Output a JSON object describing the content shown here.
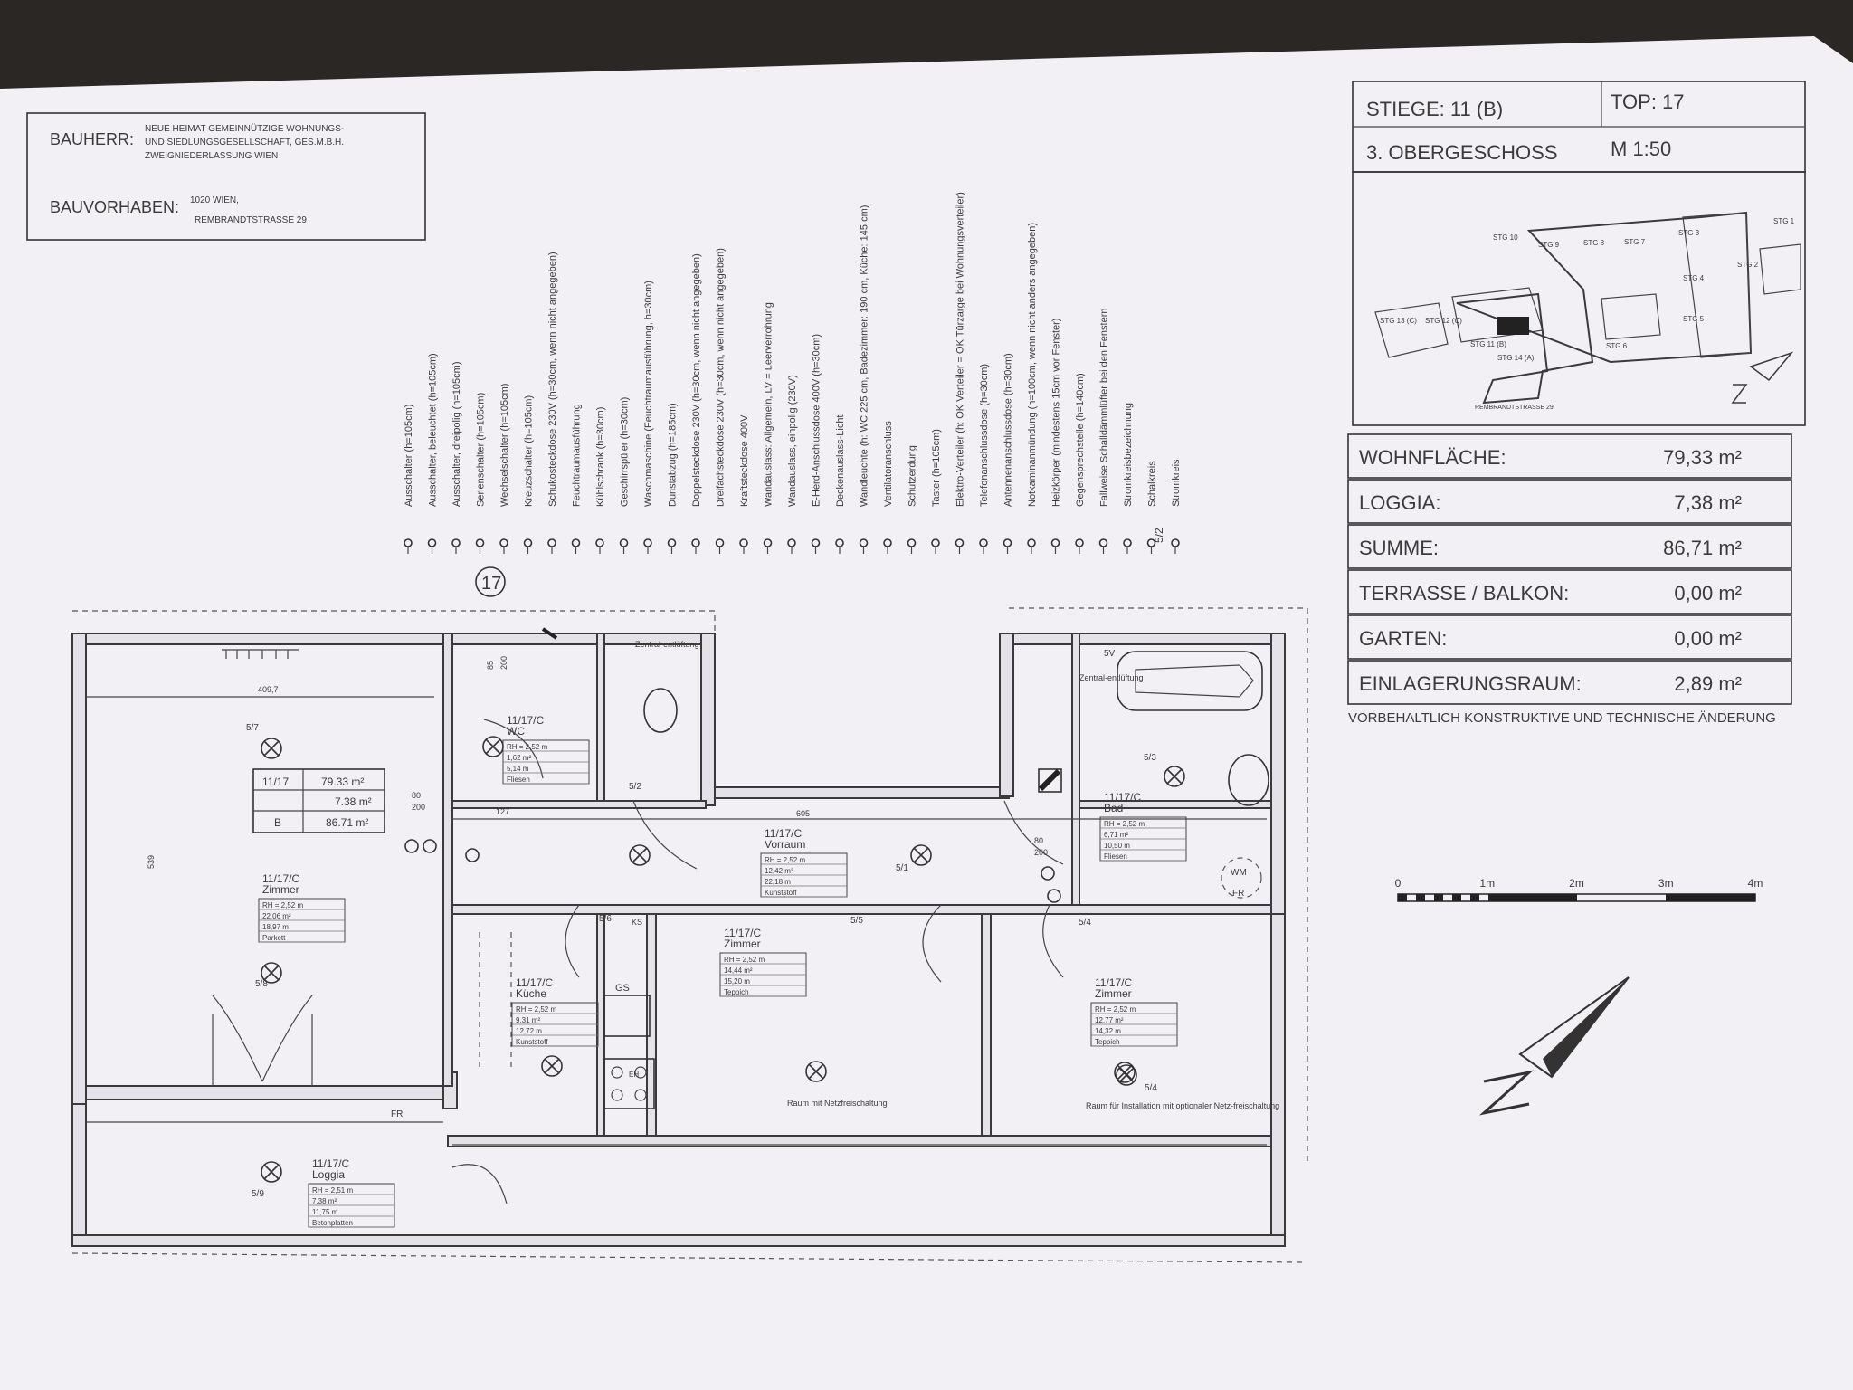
{
  "header": {
    "bauherr_label": "BAUHERR:",
    "bauherr_lines": [
      "NEUE HEIMAT GEMEINNÜTZIGE WOHNUNGS-",
      "UND SIEDLUNGSGESELLSCHAFT, GES.M.B.H.",
      "ZWEIGNIEDERLASSUNG WIEN"
    ],
    "bauvorhaben_label": "BAUVORHABEN:",
    "bauvorhaben_lines": [
      "1020 WIEN,",
      "REMBRANDTSTRASSE 29"
    ]
  },
  "info_box": {
    "stiege": "STIEGE: 11 (B)",
    "top": "TOP: 17",
    "geschoss": "3. OBERGESCHOSS",
    "scale": "M 1:50",
    "areas": [
      {
        "label": "WOHNFLÄCHE:",
        "value": "79,33 m²"
      },
      {
        "label": "LOGGIA:",
        "value": "7,38 m²"
      },
      {
        "label": "SUMME:",
        "value": "86,71 m²"
      },
      {
        "label": "TERRASSE / BALKON:",
        "value": "0,00 m²"
      },
      {
        "label": "GARTEN:",
        "value": "0,00 m²"
      },
      {
        "label": "EINLAGERUNGSRAUM:",
        "value": "2,89 m²"
      }
    ],
    "disclaimer": "VORBEHALTLICH KONSTRUKTIVE UND TECHNISCHE ÄNDERUNG"
  },
  "site_plan": {
    "labels": [
      "STG 10",
      "STG 9",
      "STG 8",
      "STG 7",
      "STG 1",
      "STG 2",
      "STG 3",
      "STG 4",
      "STG 5",
      "STG 6",
      "STG 13 (C)",
      "STG 12 (C)",
      "STG 11 (B)",
      "STG 14 (A)",
      "REMBRANDTSTRASSE 29"
    ]
  },
  "legend": {
    "items": [
      "Ausschalter (h=105cm)",
      "Ausschalter, beleuchtet (h=105cm)",
      "Ausschalter, dreipolig (h=105cm)",
      "Serienschalter (h=105cm)",
      "Wechselschalter (h=105cm)",
      "Kreuzschalter (h=105cm)",
      "Schukosteckdose 230V (h=30cm, wenn nicht angegeben)",
      "Feuchtraumausführung",
      "Kühlschrank (h=30cm)",
      "Geschirrspüler (h=30cm)",
      "Waschmaschine (Feuchtraumausführung, h=30cm)",
      "Dunstabzug (h=185cm)",
      "Doppelsteckdose 230V (h=30cm, wenn nicht angegeben)",
      "Dreifachsteckdose 230V (h=30cm, wenn nicht angegeben)",
      "Kraftsteckdose 400V",
      "Wandauslass: Allgemein, LV = Leerverrohrung",
      "Wandauslass, einpolig (230V)",
      "E-Herd-Anschlussdose 400V (h=30cm)",
      "Deckenauslass-Licht",
      "Wandleuchte (h: WC 225 cm, Badezimmer: 190 cm, Küche: 145 cm)",
      "Ventilatoranschluss",
      "Schutzerdung",
      "Taster (h=105cm)",
      "Elektro-Verteiler (h: OK Verteiler = OK Türzarge bei Wohnungsverteiler)",
      "Telefonanschlussdose (h=30cm)",
      "Antennenanschlussdose (h=30cm)",
      "Notkaminanmündung (h=100cm, wenn nicht anders angegeben)",
      "Heizkörper (mindestens 15cm vor Fenster)",
      "Gegensprechstelle (h=140cm)",
      "Fallweise Schalldämmlüfter bei den Fenstern",
      "Stromkreisbezeichnung",
      "Schalkreis",
      "Stromkreis"
    ],
    "circuit_marker": "5/2"
  },
  "scale_bar": {
    "ticks": [
      "0",
      "1m",
      "2m",
      "3m",
      "4m"
    ]
  },
  "plan": {
    "top_number": "17",
    "summary_table": {
      "row1": [
        "11/17",
        "79.33 m²"
      ],
      "row2": [
        "",
        "7.38 m²"
      ],
      "row3": [
        "B",
        "86.71 m²"
      ]
    },
    "rooms": [
      {
        "name": "11/17/C",
        "sub": "Zimmer",
        "lines": [
          "RH = 2,52 m",
          "22,06 m²",
          "18,97 m",
          "Parkett"
        ]
      },
      {
        "name": "11/17/C",
        "sub": "WC",
        "lines": [
          "RH = 2,52 m",
          "1,62 m²",
          "5,14 m",
          "Fliesen"
        ]
      },
      {
        "name": "11/17/C",
        "sub": "Vorraum",
        "lines": [
          "RH = 2,52 m",
          "12,42 m²",
          "22,18 m",
          "Kunststoff"
        ]
      },
      {
        "name": "11/17/C",
        "sub": "Bad",
        "lines": [
          "RH = 2,52 m",
          "6,71 m²",
          "10,50 m",
          "Fliesen"
        ]
      },
      {
        "name": "11/17/C",
        "sub": "Küche",
        "lines": [
          "RH = 2,52 m",
          "9,31 m²",
          "12,72 m",
          "Kunststoff"
        ]
      },
      {
        "name": "11/17/C",
        "sub": "Zimmer",
        "lines": [
          "RH = 2,52 m",
          "14,44 m²",
          "15,20 m",
          "Teppich"
        ]
      },
      {
        "name": "11/17/C",
        "sub": "Zimmer",
        "lines": [
          "RH = 2,52 m",
          "12,77 m²",
          "14,32 m",
          "Teppich"
        ]
      },
      {
        "name": "11/17/C",
        "sub": "Loggia",
        "lines": [
          "RH = 2,51 m",
          "7,38 m²",
          "11,75 m",
          "Betonplatten"
        ]
      }
    ],
    "notes": [
      "Raum mit Netzfreischaltung",
      "Raum für Installation mit optionaler Netz-freischaltung"
    ],
    "fixture_labels": [
      "Zentral-entlüftung",
      "Zentral-entlüftung",
      "FR",
      "FR",
      "WM",
      "GS",
      "KS",
      "EH"
    ],
    "circuit_labels": [
      "5/7",
      "5/8",
      "5/6",
      "5/5",
      "5/4",
      "5/3",
      "5/2",
      "5/1",
      "5/9",
      "5V",
      "5/4"
    ],
    "dims": [
      "409,7",
      "539",
      "605",
      "80",
      "200",
      "80",
      "200",
      "85",
      "200",
      "127"
    ]
  }
}
